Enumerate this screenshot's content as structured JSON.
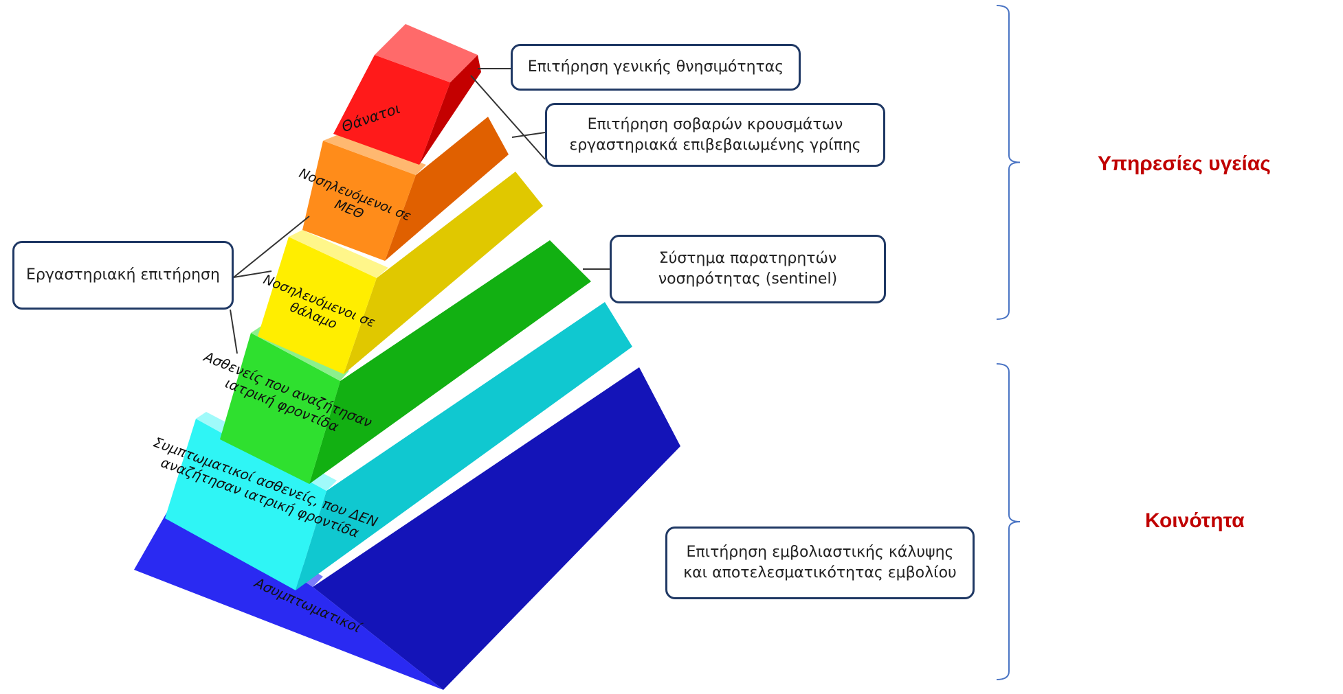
{
  "layers": [
    {
      "id": "deaths",
      "label": "Θάνατοι",
      "colors": {
        "front": "#ff1a1a",
        "side": "#c40000",
        "top": "#ff6a6a"
      }
    },
    {
      "id": "icu",
      "label": "Νοσηλευόμενοι σε ΜΕΘ",
      "colors": {
        "front": "#ff8c1a",
        "side": "#e06000",
        "top": "#ffb870"
      }
    },
    {
      "id": "ward",
      "label": "Νοσηλευόμενοι σε θάλαμο",
      "colors": {
        "front": "#ffee00",
        "side": "#e0c800",
        "top": "#fff68a"
      }
    },
    {
      "id": "sought-care",
      "label": "Ασθενείς που αναζήτησαν ιατρική φροντίδα",
      "colors": {
        "front": "#2fe02f",
        "side": "#12b012",
        "top": "#8cf08c"
      }
    },
    {
      "id": "no-care",
      "label": "Συμπτωματικοί ασθενείς, που ΔΕΝ αναζήτησαν ιατρική φροντίδα",
      "colors": {
        "front": "#2ff5f5",
        "side": "#10c8d0",
        "top": "#a0fafa"
      }
    },
    {
      "id": "asymptomatic",
      "label": "Ασυμπτωματικοί",
      "colors": {
        "front": "#2a2af2",
        "side": "#1414b8",
        "top": "#7a7afa"
      }
    }
  ],
  "callouts": {
    "general_mortality": "Επιτήρηση γενικής θνησιμότητας",
    "severe_cases": {
      "line1": "Επιτήρηση σοβαρών κρουσμάτων",
      "line2": "εργαστηριακά επιβεβαιωμένης γρίπης"
    },
    "sentinel": {
      "line1": "Σύστημα παρατηρητών",
      "line2": "νοσηρότητας (sentinel)"
    },
    "laboratory": "Εργαστηριακή επιτήρηση",
    "vaccine": {
      "line1": "Επιτήρηση εμβολιαστικής κάλυψης",
      "line2": "και αποτελεσματικότητας εμβολίου"
    }
  },
  "groups": {
    "health_services": "Υπηρεσίες υγείας",
    "community": "Κοινότητα"
  },
  "colors": {
    "callout_border": "#1f3864",
    "group_label": "#c00000",
    "bracket": "#4a74c4",
    "connector": "#333333"
  }
}
